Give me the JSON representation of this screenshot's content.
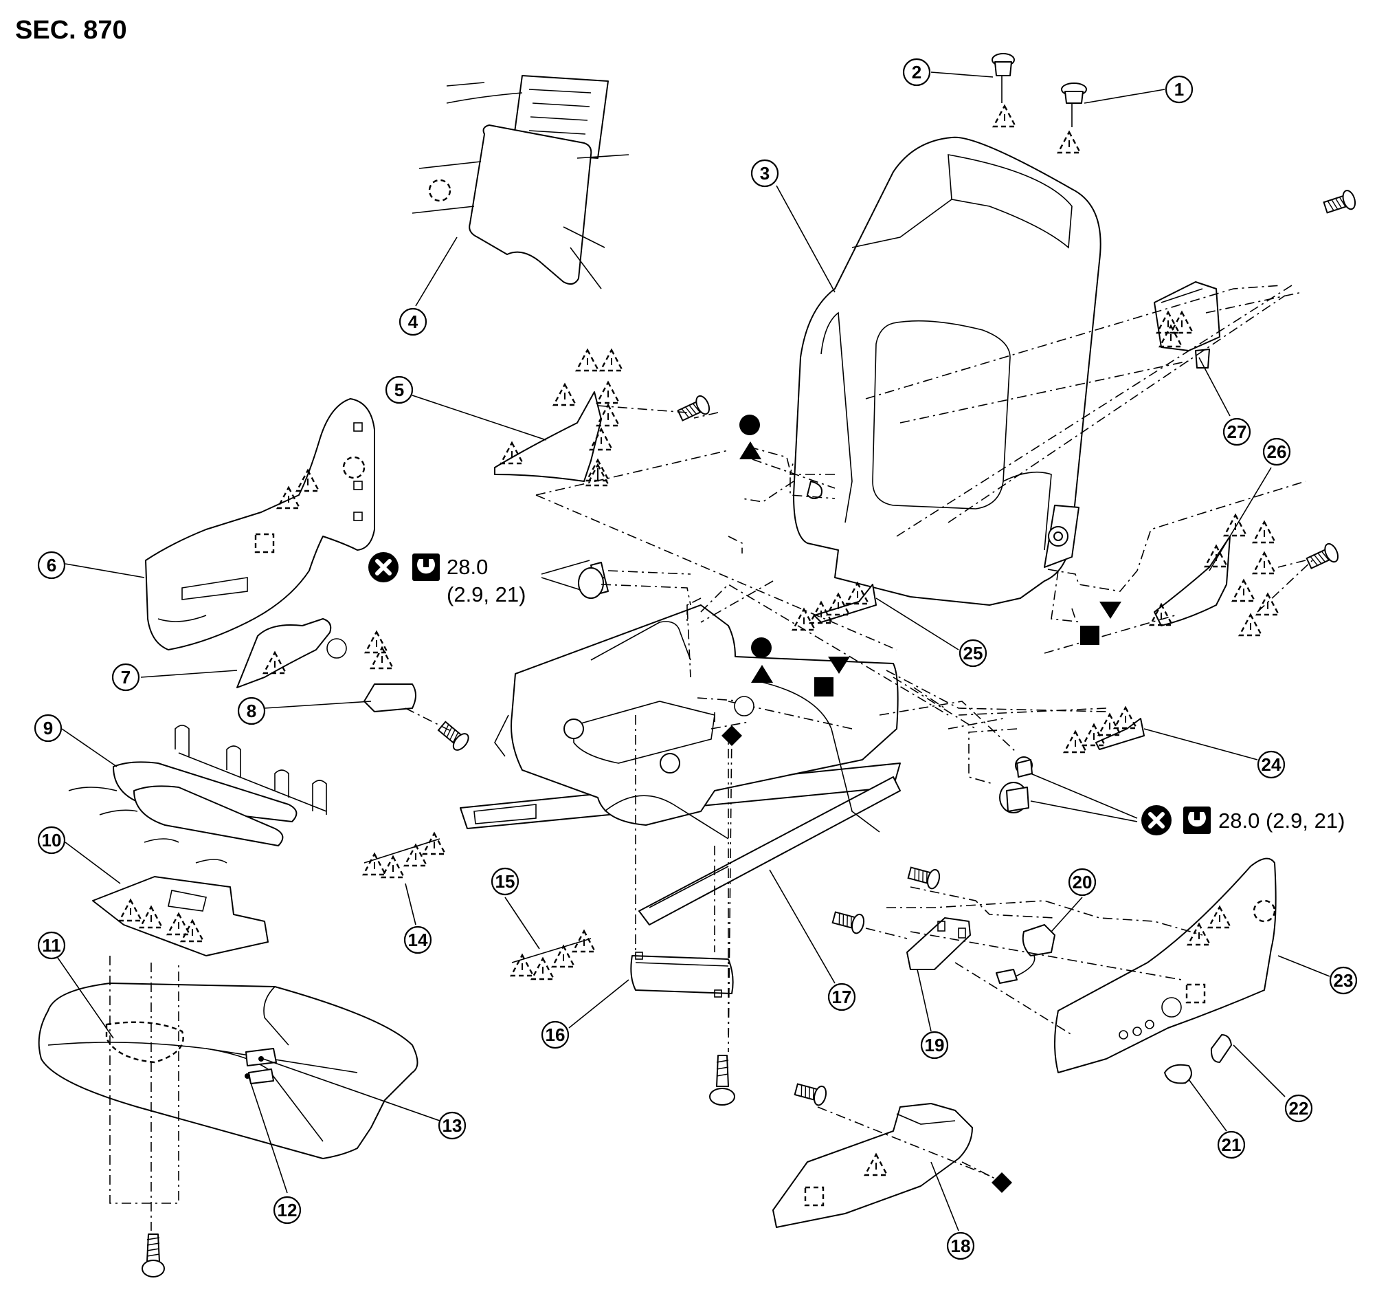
{
  "section_label": "SEC. 870",
  "torque_specs": [
    {
      "value": "28.0",
      "sub": "(2.9, 21)"
    },
    {
      "value": "28.0 (2.9, 21)",
      "sub": ""
    }
  ],
  "callouts": [
    "1",
    "2",
    "3",
    "4",
    "5",
    "6",
    "7",
    "8",
    "9",
    "10",
    "11",
    "12",
    "13",
    "14",
    "15",
    "16",
    "17",
    "18",
    "19",
    "20",
    "21",
    "22",
    "23",
    "24",
    "25",
    "26",
    "27"
  ],
  "icons": [
    "circle-x-icon",
    "torque-wrench-icon",
    "clip-triangle-icon",
    "clip-square-icon",
    "clip-circle-icon",
    "symbol-circle-filled",
    "symbol-triangle-up",
    "symbol-triangle-down",
    "symbol-square-filled",
    "symbol-diamond-filled",
    "symbol-circle-open"
  ]
}
